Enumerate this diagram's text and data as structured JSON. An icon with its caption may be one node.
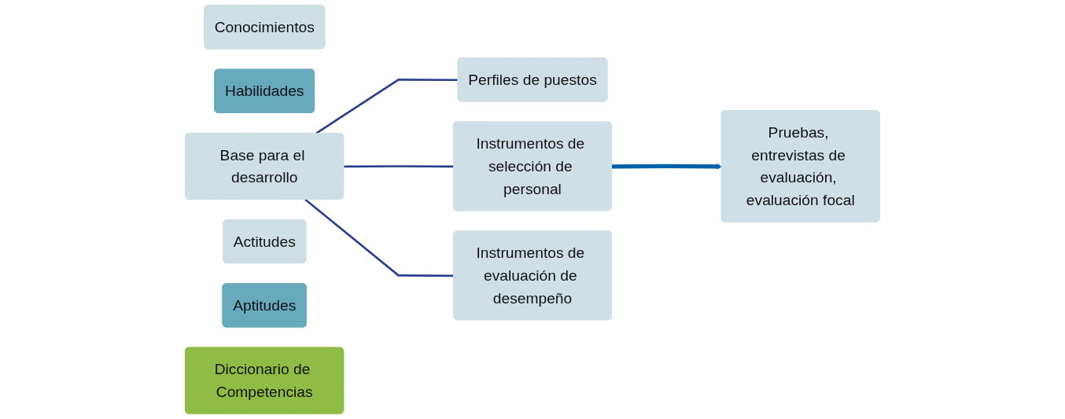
{
  "diagram": {
    "nodes": [
      {
        "text": [
          "Conocimientos"
        ]
      },
      {
        "text": [
          "Habilidades"
        ]
      },
      {
        "text": [
          "Actitudes"
        ]
      },
      {
        "text": [
          "Aptitudes"
        ]
      },
      {
        "text": [
          "Diccionario de Competencias"
        ]
      },
      {
        "text": [
          "Base para el desarrollo"
        ]
      },
      {
        "text": [
          "Perfiles de puestos"
        ]
      },
      {
        "text": [
          "Instrumentos de selección de personal"
        ]
      },
      {
        "text": [
          "Instrumentos de evaluación de desempeño"
        ]
      },
      {
        "text": [
          "Pruebas, entrevistas de evaluación, evaluación focal"
        ]
      }
    ],
    "edges": [
      {
        "from": 5,
        "to": 6,
        "arrow": "none"
      },
      {
        "from": 5,
        "to": 7,
        "arrow": "none"
      },
      {
        "from": 5,
        "to": 8,
        "arrow": "none"
      },
      {
        "from": 7,
        "to": 9,
        "arrow": "to",
        "style": "thick",
        "color": "#0060ab"
      }
    ]
  }
}
